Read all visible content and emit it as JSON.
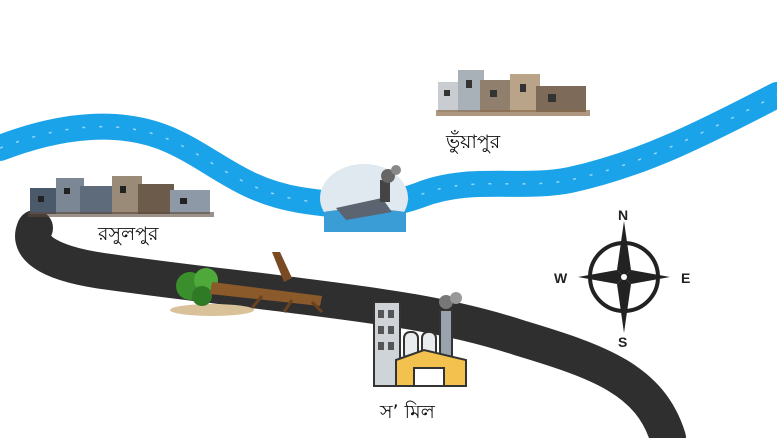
{
  "places": {
    "bhuyapur": "ভুঁয়াপুর",
    "rasulpur": "রসুলপুর",
    "saw_mill": "স’ মিল"
  },
  "compass": {
    "north": "N",
    "south": "S",
    "east": "E",
    "west": "W"
  },
  "colors": {
    "river": "#1aa3e8",
    "road": "#2f2f30",
    "tree": "#3a8f2c",
    "log": "#8a5a2b",
    "factory_roof": "#f2c14e",
    "building": "#9aa3ad"
  },
  "icons": [
    "village-icon",
    "sinking-boat-icon",
    "fallen-tree-icon",
    "factory-icon",
    "compass-icon"
  ]
}
